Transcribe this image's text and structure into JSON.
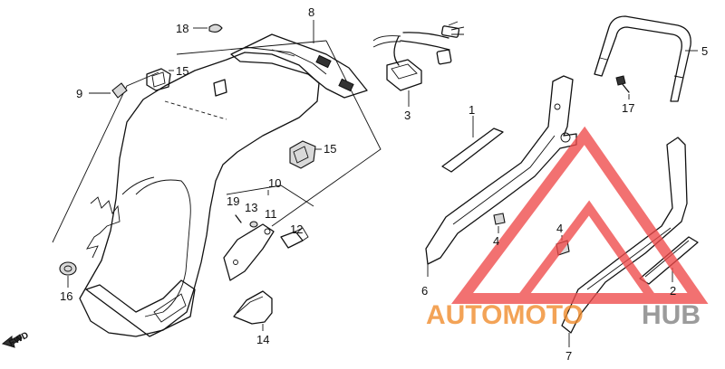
{
  "labels": {
    "p1": "1",
    "p2": "2",
    "p3": "3",
    "p4a": "4",
    "p4b": "4",
    "p5": "5",
    "p6": "6",
    "p7": "7",
    "p8": "8",
    "p9": "9",
    "p10": "10",
    "p11": "11",
    "p12": "12",
    "p13": "13",
    "p14": "14",
    "p15a": "15",
    "p15b": "15",
    "p16": "16",
    "p17": "17",
    "p18": "18",
    "p19": "19"
  },
  "fwd_label": "FWD",
  "watermark": {
    "part1": "AUTOMOTO",
    "part2": "HUB",
    "color_primary": "#f08a28",
    "color_secondary": "#7f7f7f",
    "logo_color": "#ef4a4a"
  }
}
